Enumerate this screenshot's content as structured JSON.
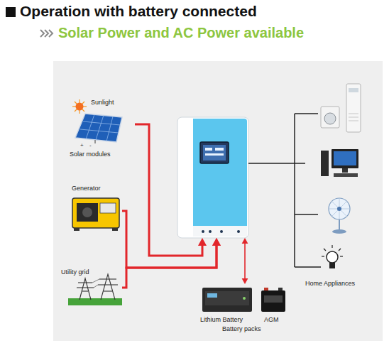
{
  "diagram": {
    "title": "Operation with battery connected",
    "nodes": [
      {
        "text": [
          "Sunlight",
          "Solar modules"
        ]
      },
      {
        "text": [
          "Generator"
        ]
      },
      {
        "text": [
          "Utility grid"
        ]
      },
      {
        "text": []
      },
      {
        "text": [
          "Lithium Battery",
          "AGM",
          "Battery packs"
        ]
      },
      {
        "text": [
          "Home Appliances"
        ]
      }
    ],
    "edges": [
      {
        "from": 0,
        "to": 3,
        "arrow": "to"
      },
      {
        "from": 1,
        "to": 3,
        "arrow": "to"
      },
      {
        "from": 2,
        "to": 3,
        "arrow": "to"
      },
      {
        "from": 3,
        "to": 4,
        "arrow": "both"
      },
      {
        "from": 3,
        "to": 5,
        "arrow": "none"
      }
    ],
    "labels": [
      "Solar Power and AC Power available",
      "+",
      "-"
    ]
  }
}
